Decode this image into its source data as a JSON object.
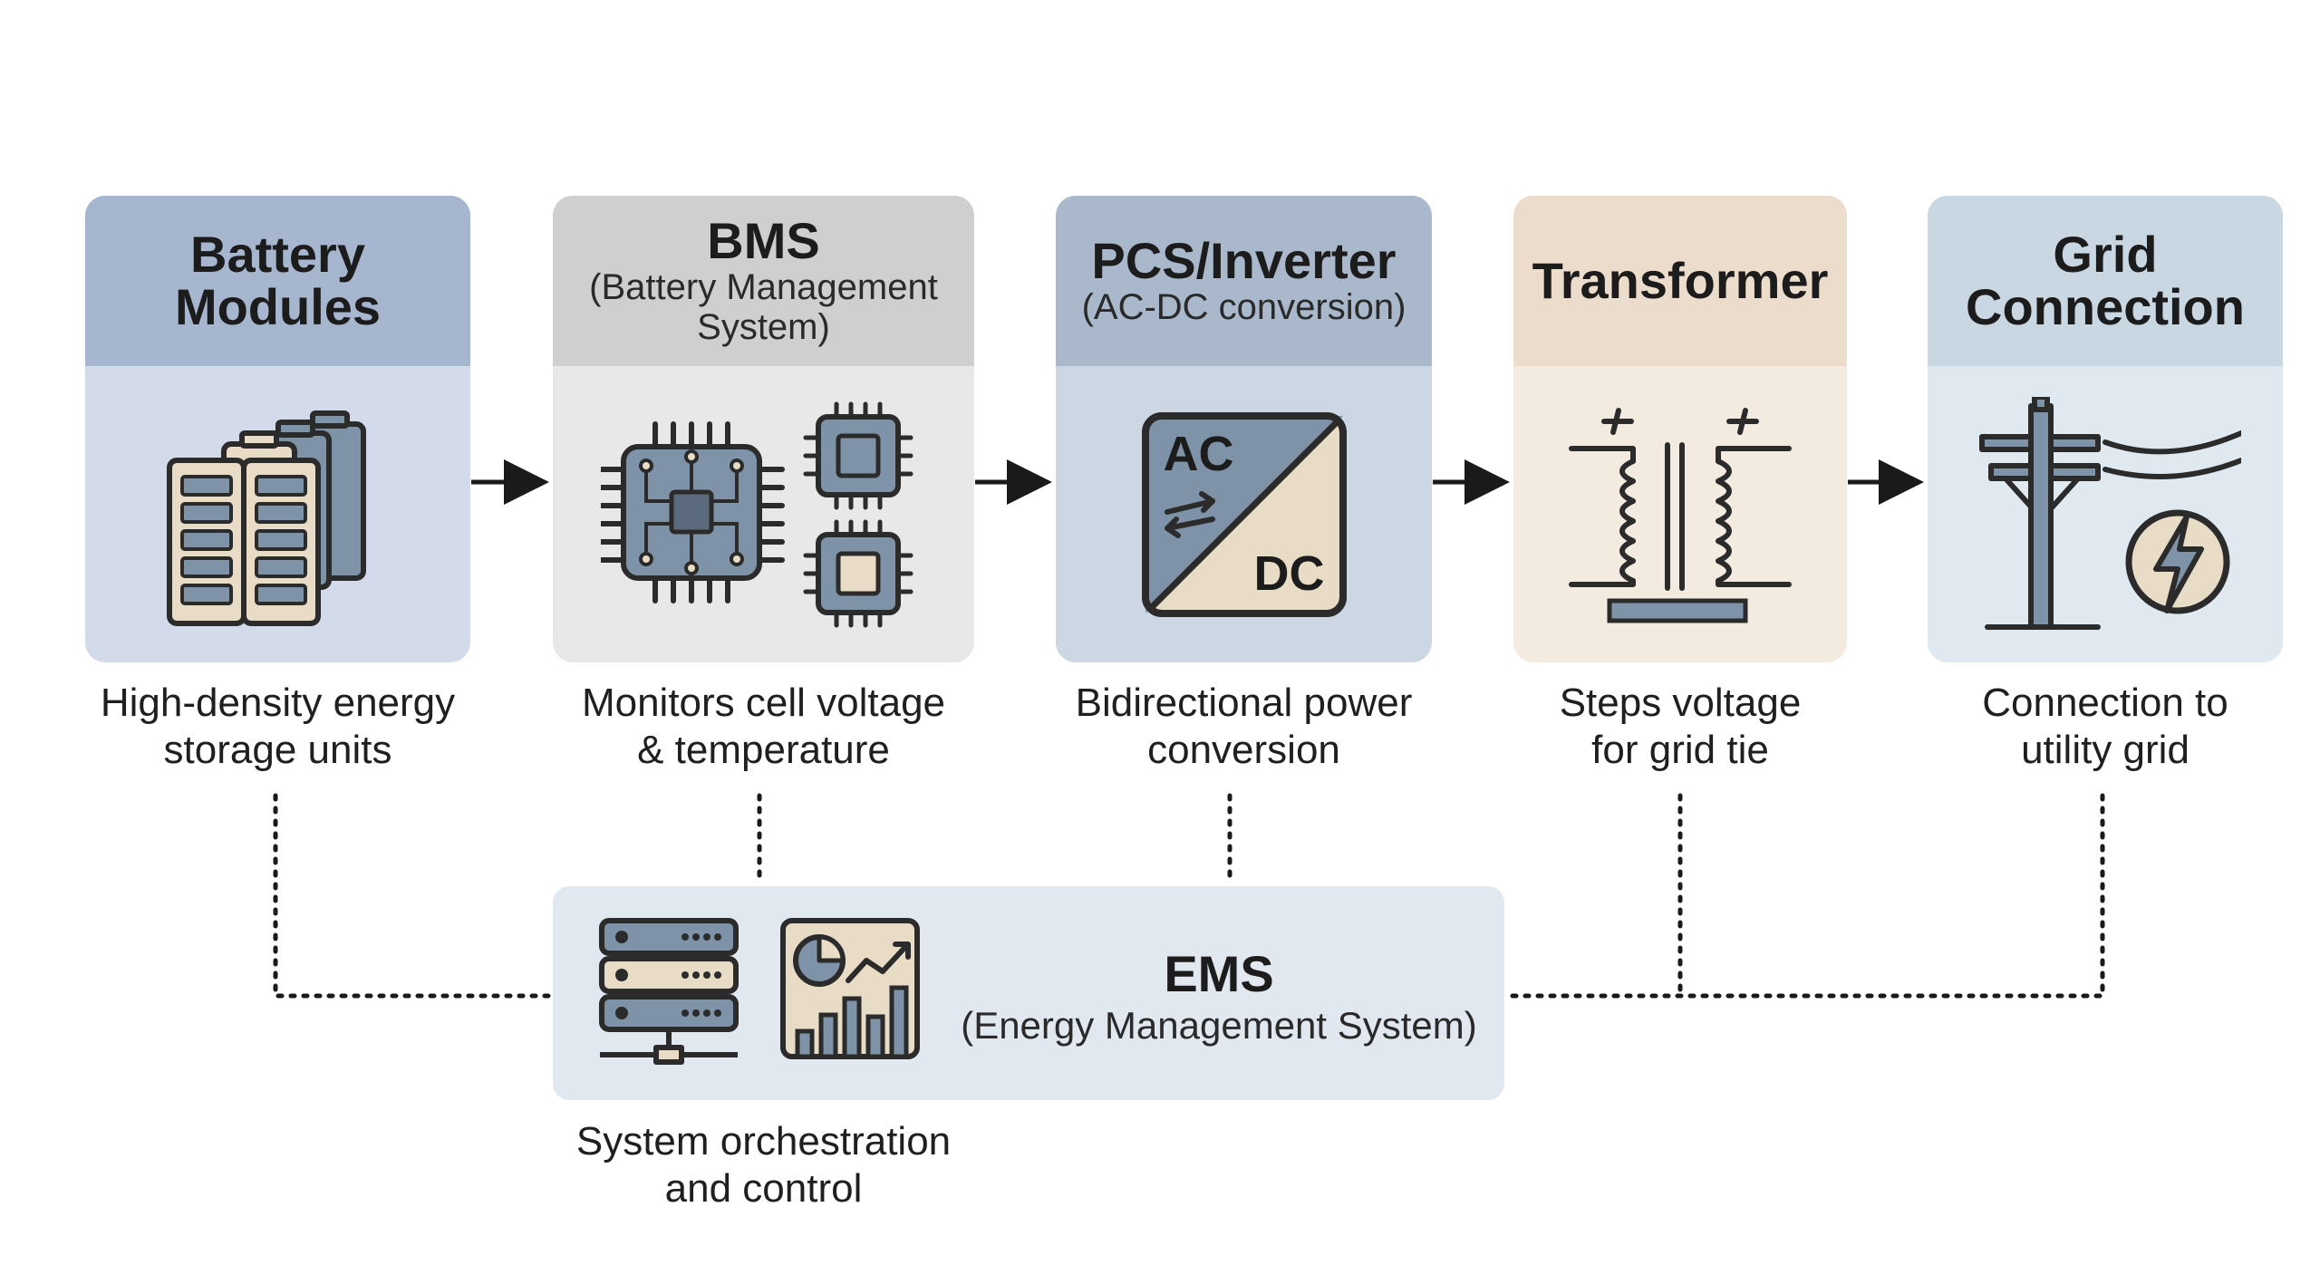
{
  "stages": [
    {
      "id": "battery",
      "title": "Battery\nModules",
      "subtitle": "",
      "caption": "High-density energy\nstorage units",
      "icon": "battery-stack-icon"
    },
    {
      "id": "bms",
      "title": "BMS",
      "subtitle": "(Battery Management\nSystem)",
      "caption": "Monitors cell voltage\n& temperature",
      "icon": "microchip-icon"
    },
    {
      "id": "pcs",
      "title": "PCS/Inverter",
      "subtitle": "(AC-DC conversion)",
      "caption": "Bidirectional power\nconversion",
      "icon": "ac-dc-converter-icon"
    },
    {
      "id": "transformer",
      "title": "Transformer",
      "subtitle": "",
      "caption": "Steps voltage\nfor grid tie",
      "icon": "transformer-coil-icon"
    },
    {
      "id": "grid",
      "title": "Grid\nConnection",
      "subtitle": "",
      "caption": "Connection to\nutility grid",
      "icon": "utility-pole-icon"
    }
  ],
  "ac_dc": {
    "ac": "AC",
    "dc": "DC"
  },
  "ems": {
    "title": "EMS",
    "subtitle": "(Energy Management System)",
    "caption": "System orchestration\nand control",
    "icons": [
      "server-rack-icon",
      "analytics-dashboard-icon"
    ]
  },
  "colors": {
    "battery_head": "#a6b6cf",
    "battery_body": "#d3dbea",
    "bms_head": "#cfcfcf",
    "bms_body": "#e8e8e8",
    "pcs_head": "#a9b9cb",
    "pcs_body": "#cdd7e3",
    "transformer_head": "#ebdccb",
    "transformer_body": "#f3ebe0",
    "grid_head": "#c8d7e1",
    "grid_body": "#e1e9f0",
    "ems_box": "#e1e8f0",
    "icon_fill": "#7f93a8",
    "icon_cream": "#e9dcc6",
    "icon_stroke": "#2b2b2b"
  }
}
